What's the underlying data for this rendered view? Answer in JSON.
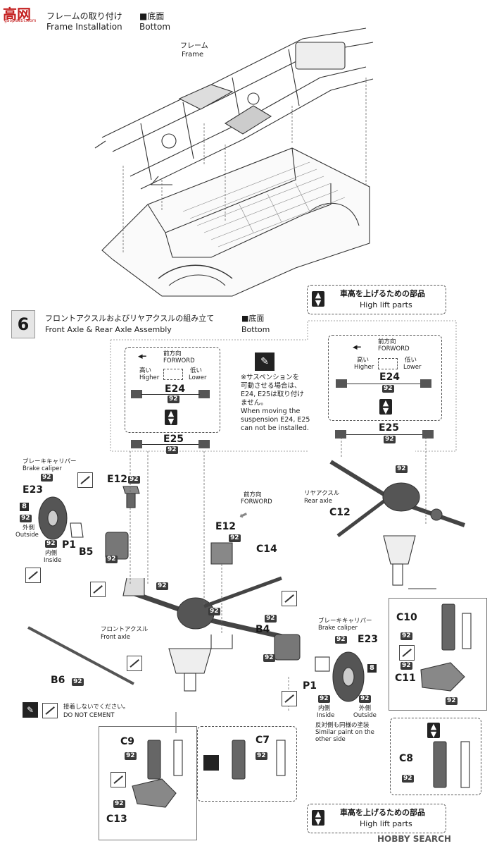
{
  "watermark": {
    "top_left": "高网",
    "top_left_sub": "gaoplastic.com",
    "bottom_right": "HOBBY SEARCH"
  },
  "step5": {
    "title_jp": "フレームの取り付け",
    "title_en": "Frame Installation",
    "view_jp": "■底面",
    "view_en": "Bottom",
    "frame_jp": "フレーム",
    "frame_en": "Frame",
    "high_lift_jp": "車高を上げるための部品",
    "high_lift_en": "High lift parts"
  },
  "step6": {
    "number": "6",
    "title_jp": "フロントアクスルおよびリヤアクスルの組み立て",
    "title_en": "Front Axle & Rear Axle Assembly",
    "view_jp": "■底面",
    "view_en": "Bottom",
    "forward_jp": "前方向",
    "forward_en": "FORWORD",
    "higher_jp": "高い",
    "higher_en": "Higher",
    "lower_jp": "低い",
    "lower_en": "Lower",
    "suspension_note_jp": "※サスペンションを可動させる場合は、E24, E25は取り付けません。",
    "suspension_note_jp_1": "※サスペンションを",
    "suspension_note_jp_2": "可動させる場合は、",
    "suspension_note_jp_3": "E24, E25は取り付け",
    "suspension_note_jp_4": "ません。",
    "suspension_note_en_1": "When moving the",
    "suspension_note_en_2": "suspension E24, E25",
    "suspension_note_en_3": "can not be installed.",
    "brake_caliper_jp": "ブレーキキャリパー",
    "brake_caliper_en": "Brake caliper",
    "outside_jp": "外側",
    "outside_en": "Outside",
    "inside_jp": "内側",
    "inside_en": "Inside",
    "rear_axle_jp": "リヤアクスル",
    "rear_axle_en": "Rear axle",
    "front_axle_jp": "フロントアクスル",
    "front_axle_en": "Front axle",
    "similar_paint_jp": "反対側も同様の塗装",
    "similar_paint_en_1": "Similar paint on the",
    "similar_paint_en_2": "other side",
    "do_not_cement_jp": "接着しないでください。",
    "do_not_cement_en": "DO NOT CEMENT",
    "high_lift_jp": "車高を上げるための部品",
    "high_lift_en": "High lift parts"
  },
  "paint_code": "92",
  "paint_code_8": "8",
  "parts": {
    "E23": "E23",
    "E24": "E24",
    "E25": "E25",
    "E12": "E12",
    "P1": "P1",
    "B5": "B5",
    "B4": "B4",
    "B6": "B6",
    "C14": "C14",
    "C12": "C12",
    "C10": "C10",
    "C11": "C11",
    "C9": "C9",
    "C7": "C7",
    "C8": "C8",
    "C13": "C13"
  }
}
